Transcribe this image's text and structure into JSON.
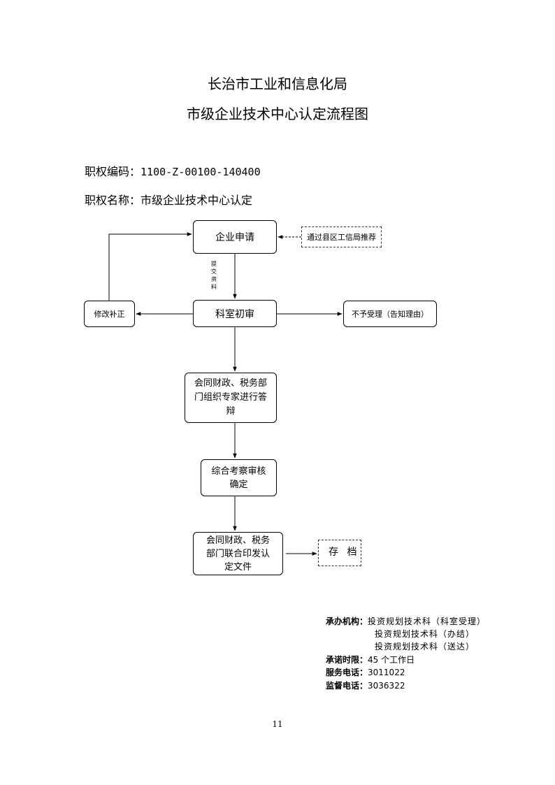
{
  "header": {
    "org": "长治市工业和信息化局",
    "title": "市级企业技术中心认定流程图"
  },
  "meta": {
    "code_label": "职权编码：",
    "code_value": "1100-Z-00100-140400",
    "name_label": "职权名称：",
    "name_value": "市级企业技术中心认定"
  },
  "flow": {
    "apply": "企业申请",
    "recommend": "通过县区工信局推荐",
    "submit_label": [
      "提",
      "交",
      "资",
      "料"
    ],
    "review": "科室初审",
    "fix": "修改补正",
    "reject": "不予受理（告知理由）",
    "defense": "会同财政、税务部门组织专家进行答辩",
    "inspect": "综合考察审核确定",
    "issue": "会同财政、税务部门联合印发认定文件",
    "archive": "存 档"
  },
  "footer": {
    "org_label": "承办机构：",
    "org_lines": [
      "投资规划技术科（科室受理）",
      "投资规划技术科（办结）",
      "投资规划技术科（送达）"
    ],
    "limit_label": "承诺时限：",
    "limit_value": "45 个工作日",
    "service_label": "服务电话：",
    "service_value": "3011022",
    "supervise_label": "监督电话：",
    "supervise_value": "3036322"
  },
  "page_number": "11"
}
